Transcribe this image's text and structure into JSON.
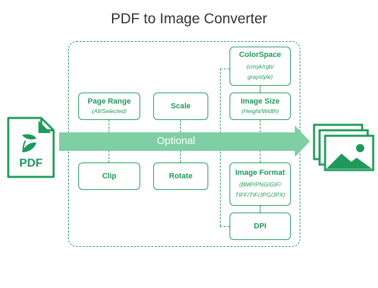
{
  "title": "PDF to Image Converter",
  "pdf_icon_label": "PDF",
  "arrow_label": "Optional",
  "colors": {
    "accent": "#1f9a5a",
    "arrow": "#7fcfa4",
    "text": "#333333"
  },
  "icons": {
    "source": "pdf-file-icon",
    "target": "image-stack-icon"
  },
  "options": {
    "page_range": {
      "label": "Page Range",
      "sub": "(All/Selected)"
    },
    "scale": {
      "label": "Scale"
    },
    "clip": {
      "label": "Clip"
    },
    "rotate": {
      "label": "Rotate"
    },
    "color_space": {
      "label": "ColorSpace",
      "sub1": "(cmyk/rgb/",
      "sub2": "graystyle)"
    },
    "image_size": {
      "label": "Image Size",
      "sub": "(Height/Width)"
    },
    "image_format": {
      "label": "Image Format",
      "sub1": "(BMP/PNG/GIF/",
      "sub2": "TIFF/TIF/JPG/JPX)"
    },
    "dpi": {
      "label": "DPI"
    }
  }
}
